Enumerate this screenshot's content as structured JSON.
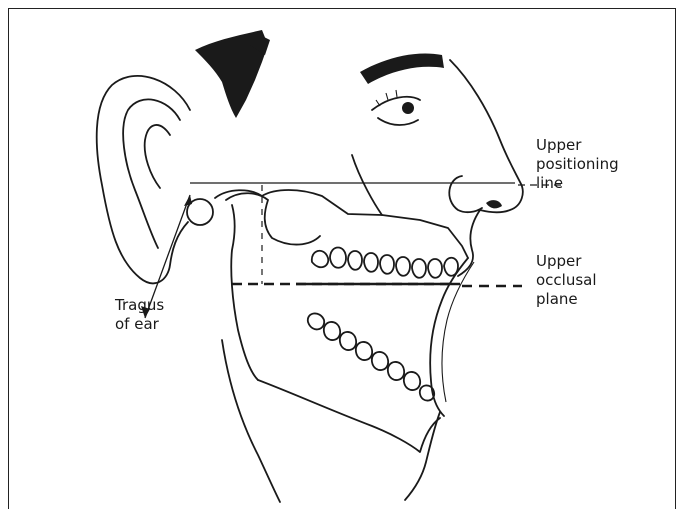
{
  "labels": {
    "upper_positioning_line": [
      "Upper",
      "positioning",
      "line"
    ],
    "upper_occlusal_plane": [
      "Upper",
      "occlusal",
      "plane"
    ],
    "tragus_of_ear": [
      "Tragus",
      "of ear"
    ]
  }
}
